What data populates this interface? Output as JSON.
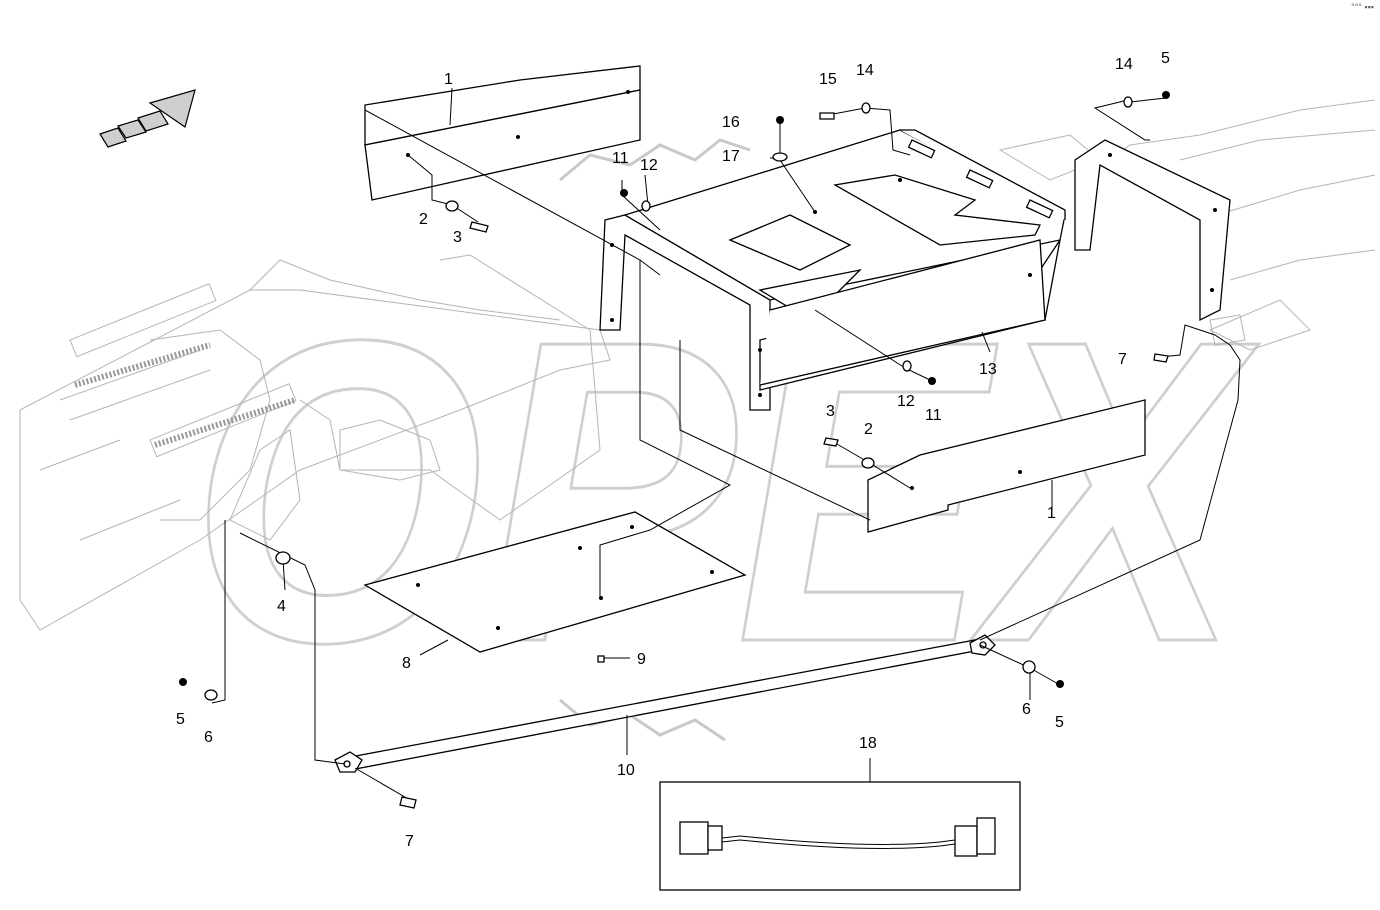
{
  "page_id": "°°° ▪▪▪",
  "watermark": "OPEX",
  "callouts": {
    "c1a": "1",
    "c1b": "1",
    "c2a": "2",
    "c2b": "2",
    "c3a": "3",
    "c3b": "3",
    "c4": "4",
    "c5a": "5",
    "c5b": "5",
    "c5c": "5",
    "c6a": "6",
    "c6b": "6",
    "c7a": "7",
    "c7b": "7",
    "c8": "8",
    "c9": "9",
    "c10": "10",
    "c11a": "11",
    "c11b": "11",
    "c12a": "12",
    "c12b": "12",
    "c13": "13",
    "c14a": "14",
    "c14b": "14",
    "c15": "15",
    "c16": "16",
    "c17": "17",
    "c18": "18"
  },
  "colors": {
    "line": "#000000",
    "ghost": "#b5b5b5",
    "watermark": "#c9c9c9"
  }
}
